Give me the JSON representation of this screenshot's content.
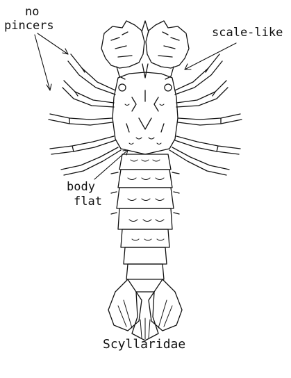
{
  "labels": {
    "no": "no",
    "pincers": "pincers",
    "scale_like": "scale-like",
    "body": "body",
    "flat": "flat",
    "title": "Scyllaridae"
  },
  "colors": {
    "ink": "#111111",
    "background": "#ffffff"
  }
}
